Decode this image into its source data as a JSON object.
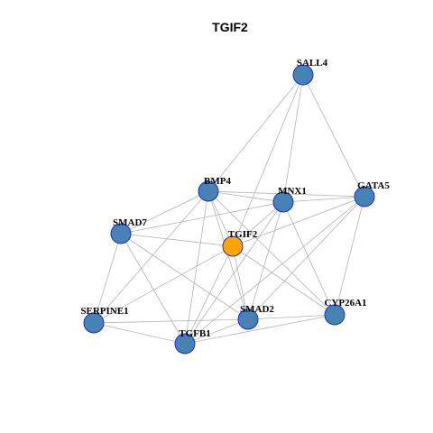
{
  "title": "TGIF2",
  "colors": {
    "node_default": "#4682b4",
    "node_highlight": "#ffa500",
    "node_border": "#1f2bd0",
    "edge": "#b3b3b3"
  },
  "nodes": [
    {
      "id": "TGIF2",
      "label": "TGIF2",
      "highlight": true
    },
    {
      "id": "SALL4",
      "label": "SALL4",
      "highlight": false
    },
    {
      "id": "BMP4",
      "label": "BMP4",
      "highlight": false
    },
    {
      "id": "MNX1",
      "label": "MNX1",
      "highlight": false
    },
    {
      "id": "GATA5",
      "label": "GATA5",
      "highlight": false
    },
    {
      "id": "SMAD7",
      "label": "SMAD7",
      "highlight": false
    },
    {
      "id": "SERPINE1",
      "label": "SERPINE1",
      "highlight": false
    },
    {
      "id": "SMAD2",
      "label": "SMAD2",
      "highlight": false
    },
    {
      "id": "CYP26A1",
      "label": "CYP26A1",
      "highlight": false
    },
    {
      "id": "TGFB1",
      "label": "TGFB1",
      "highlight": false
    }
  ],
  "edges": [
    [
      "SALL4",
      "BMP4"
    ],
    [
      "SALL4",
      "TGIF2"
    ],
    [
      "SALL4",
      "MNX1"
    ],
    [
      "SALL4",
      "GATA5"
    ],
    [
      "BMP4",
      "MNX1"
    ],
    [
      "BMP4",
      "GATA5"
    ],
    [
      "BMP4",
      "SMAD7"
    ],
    [
      "BMP4",
      "TGIF2"
    ],
    [
      "BMP4",
      "SERPINE1"
    ],
    [
      "BMP4",
      "TGFB1"
    ],
    [
      "BMP4",
      "SMAD2"
    ],
    [
      "BMP4",
      "CYP26A1"
    ],
    [
      "MNX1",
      "GATA5"
    ],
    [
      "MNX1",
      "TGIF2"
    ],
    [
      "MNX1",
      "SMAD7"
    ],
    [
      "MNX1",
      "SMAD2"
    ],
    [
      "MNX1",
      "TGFB1"
    ],
    [
      "MNX1",
      "CYP26A1"
    ],
    [
      "GATA5",
      "TGIF2"
    ],
    [
      "GATA5",
      "SMAD2"
    ],
    [
      "GATA5",
      "CYP26A1"
    ],
    [
      "GATA5",
      "TGFB1"
    ],
    [
      "SMAD7",
      "TGIF2"
    ],
    [
      "SMAD7",
      "SERPINE1"
    ],
    [
      "SMAD7",
      "TGFB1"
    ],
    [
      "SMAD7",
      "SMAD2"
    ],
    [
      "TGIF2",
      "SERPINE1"
    ],
    [
      "TGIF2",
      "SMAD2"
    ],
    [
      "TGIF2",
      "TGFB1"
    ],
    [
      "TGIF2",
      "CYP26A1"
    ],
    [
      "SERPINE1",
      "SMAD2"
    ],
    [
      "SERPINE1",
      "TGFB1"
    ],
    [
      "SMAD2",
      "TGFB1"
    ],
    [
      "SMAD2",
      "CYP26A1"
    ],
    [
      "TGFB1",
      "CYP26A1"
    ]
  ]
}
